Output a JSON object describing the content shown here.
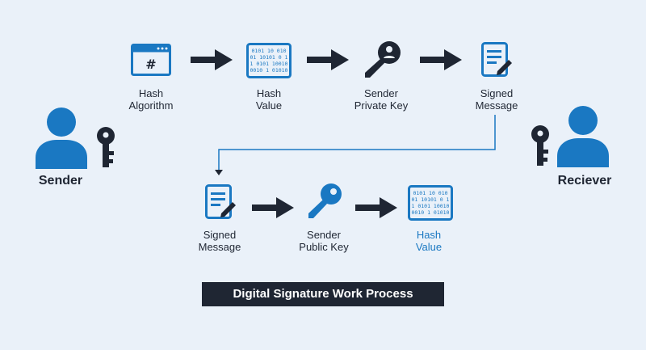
{
  "colors": {
    "background": "#eaf1f9",
    "accent_blue": "#1a78c2",
    "dark": "#1f2633"
  },
  "actors": {
    "sender": {
      "label": "Sender",
      "icon": "person-icon",
      "key_icon": "key-icon"
    },
    "receiver": {
      "label": "Reciever",
      "icon": "person-icon",
      "key_icon": "key-icon"
    }
  },
  "top_row": [
    {
      "line1": "Hash",
      "line2": "Algorithm",
      "icon": "hash-window-icon"
    },
    {
      "line1": "Hash",
      "line2": "Value",
      "icon": "binary-data-icon"
    },
    {
      "line1": "Sender",
      "line2": "Private Key",
      "icon": "private-key-icon"
    },
    {
      "line1": "Signed",
      "line2": "Message",
      "icon": "signed-document-icon"
    }
  ],
  "bottom_row": [
    {
      "line1": "Signed",
      "line2": "Message",
      "icon": "signed-document-icon"
    },
    {
      "line1": "Sender",
      "line2": "Public Key",
      "icon": "public-key-icon"
    },
    {
      "line1": "Hash",
      "line2": "Value",
      "icon": "binary-data-icon"
    }
  ],
  "title": "Digital Signature Work Process"
}
